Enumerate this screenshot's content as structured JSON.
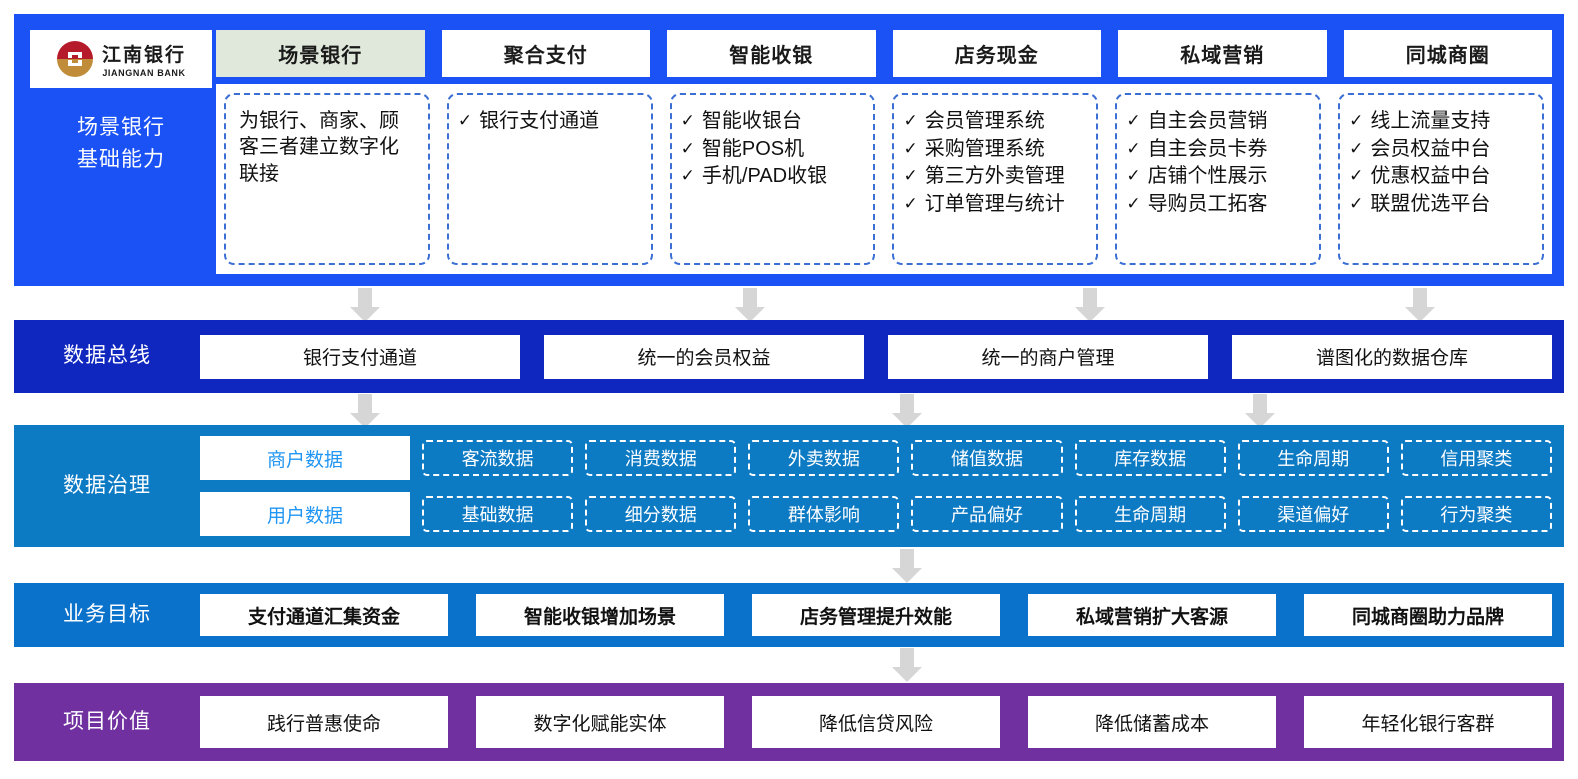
{
  "brand": {
    "logo_cn": "江南银行",
    "logo_en": "JIANGNAN BANK",
    "logo_icon": "jiangnan-bank-circular-emblem",
    "colors": {
      "emblem_top": "#b51b2b",
      "emblem_bottom": "#c08c3a"
    }
  },
  "colors": {
    "scenario_band": "#1a52f5",
    "bus_band": "#0f27bf",
    "governance_band": "#0d7ac4",
    "goal_band": "#0b72cc",
    "value_band": "#7030a0",
    "active_tab": "#dfe8da",
    "arrow": "#d6d6d6",
    "governance_main_text": "#2196f3"
  },
  "scenario": {
    "side_label": "场景银行\n基础能力",
    "side_label_line1": "场景银行",
    "side_label_line2": "基础能力",
    "tabs": [
      {
        "label": "场景银行",
        "active": true
      },
      {
        "label": "聚合支付",
        "active": false
      },
      {
        "label": "智能收银",
        "active": false
      },
      {
        "label": "店务现金",
        "active": false
      },
      {
        "label": "私域营销",
        "active": false
      },
      {
        "label": "同城商圈",
        "active": false
      }
    ],
    "cards": [
      {
        "type": "plain",
        "text": "为银行、商家、顾客三者建立数字化联接",
        "items": []
      },
      {
        "type": "checklist",
        "items": [
          "银行支付通道"
        ]
      },
      {
        "type": "checklist",
        "items": [
          "智能收银台",
          "智能POS机",
          "手机/PAD收银"
        ]
      },
      {
        "type": "checklist",
        "items": [
          "会员管理系统",
          "采购管理系统",
          "第三方外卖管理",
          "订单管理与统计"
        ]
      },
      {
        "type": "checklist",
        "items": [
          "自主会员营销",
          "自主会员卡券",
          "店铺个性展示",
          "导购员工拓客"
        ]
      },
      {
        "type": "checklist",
        "items": [
          "线上流量支持",
          "会员权益中台",
          "优惠权益中台",
          "联盟优选平台"
        ]
      }
    ]
  },
  "bus": {
    "label": "数据总线",
    "items": [
      "银行支付通道",
      "统一的会员权益",
      "统一的商户管理",
      "谱图化的数据仓库"
    ]
  },
  "governance": {
    "label": "数据治理",
    "rows": [
      {
        "main": "商户数据",
        "tags": [
          "客流数据",
          "消费数据",
          "外卖数据",
          "储值数据",
          "库存数据",
          "生命周期",
          "信用聚类"
        ]
      },
      {
        "main": "用户数据",
        "tags": [
          "基础数据",
          "细分数据",
          "群体影响",
          "产品偏好",
          "生命周期",
          "渠道偏好",
          "行为聚类"
        ]
      }
    ]
  },
  "goal": {
    "label": "业务目标",
    "items": [
      "支付通道汇集资金",
      "智能收银增加场景",
      "店务管理提升效能",
      "私域营销扩大客源",
      "同城商圈助力品牌"
    ]
  },
  "value": {
    "label": "项目价值",
    "items": [
      "践行普惠使命",
      "数字化赋能实体",
      "降低信贷风险",
      "降低储蓄成本",
      "年轻化银行客群"
    ]
  }
}
